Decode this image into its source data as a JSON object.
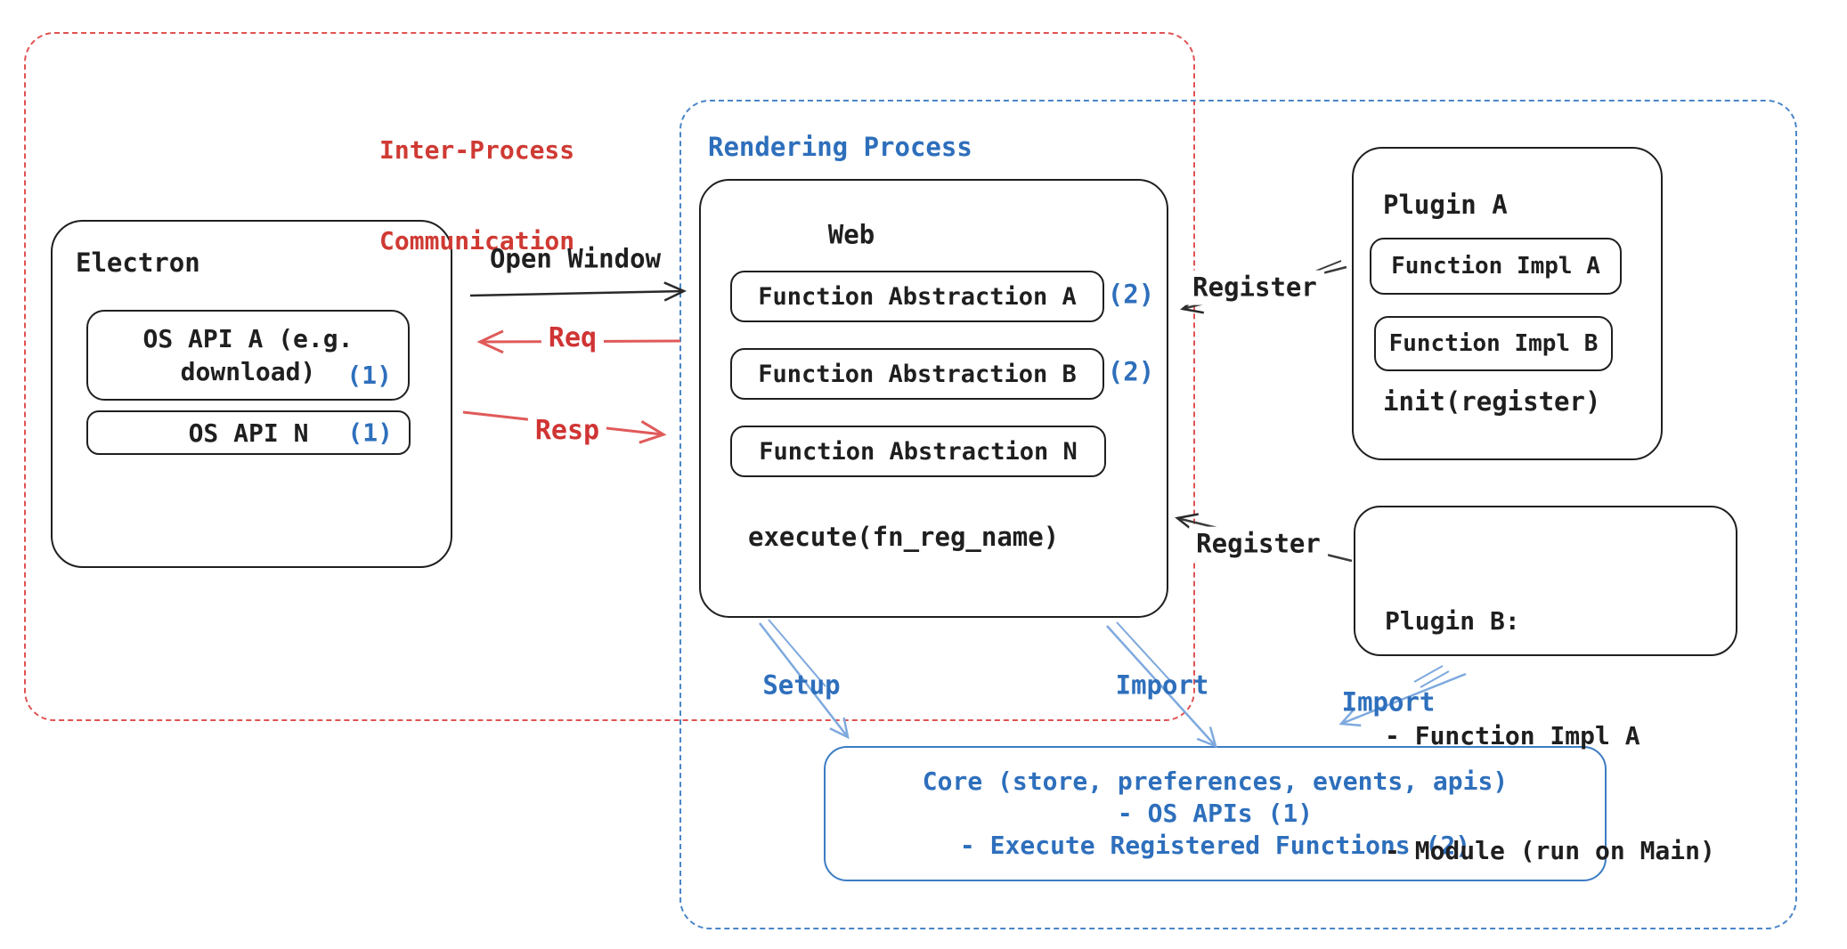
{
  "diagram": {
    "ipc": {
      "line1": "Inter-Process",
      "line2": "Communication"
    },
    "rendering": {
      "label": "Rendering Process"
    },
    "electron": {
      "title": "Electron",
      "api_a": {
        "line1": "OS API A (e.g.",
        "line2": "download)",
        "badge": "(1)"
      },
      "api_n": {
        "label": "OS API N",
        "badge": "(1)"
      }
    },
    "web": {
      "title": "Web",
      "abstractions": [
        {
          "label": "Function Abstraction A",
          "badge": "(2)"
        },
        {
          "label": "Function Abstraction B",
          "badge": "(2)"
        },
        {
          "label": "Function Abstraction N",
          "badge": ""
        }
      ],
      "execute": "execute(fn_reg_name)"
    },
    "plugin_a": {
      "title": "Plugin A",
      "impl_a": "Function Impl A",
      "impl_b": "Function Impl B",
      "init": "init(register)"
    },
    "plugin_b": {
      "title": "Plugin B:",
      "items": [
        "- Function Impl A",
        "- Module (run on Main)"
      ]
    },
    "core": {
      "line1": "Core (store, preferences, events, apis)",
      "line2": "- OS APIs (1)",
      "line3": "- Execute Registered Functions (2)"
    },
    "arrows": {
      "open_window": "Open Window",
      "req": "Req",
      "resp": "Resp",
      "register_top": "Register",
      "register_bottom": "Register",
      "setup": "Setup",
      "import_mid": "Import",
      "import_right": "Import"
    },
    "colors": {
      "red_text": "#cf3a33",
      "red_dash": "#e05252",
      "red_arrow": "#e05a5a",
      "blue_text": "#2e6fbc",
      "blue_dash": "#4a86c8",
      "light_blue_arrow": "#7ea9de",
      "ink": "#1f1f1f"
    }
  }
}
